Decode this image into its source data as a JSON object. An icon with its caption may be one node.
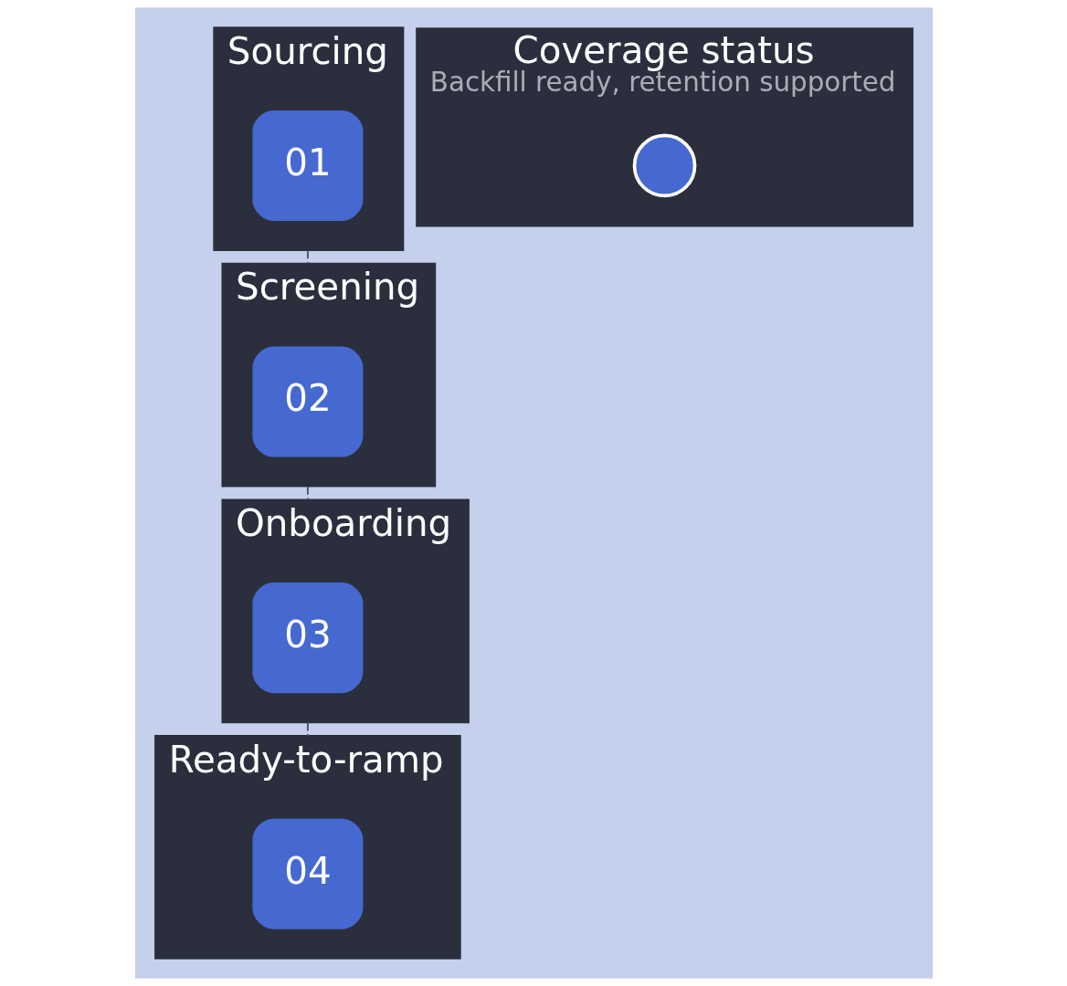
{
  "diagram": {
    "nodes": [
      {
        "text": [
          "Sourcing"
        ]
      },
      {
        "text": [
          "01"
        ],
        "in": 0
      },
      {
        "text": [
          "Screening"
        ]
      },
      {
        "text": [
          "02"
        ],
        "in": 2
      },
      {
        "text": [
          "Onboarding"
        ]
      },
      {
        "text": [
          "03"
        ],
        "in": 4
      },
      {
        "text": [
          "Ready-to-ramp"
        ]
      },
      {
        "text": [
          "04"
        ],
        "in": 6
      },
      {
        "text": [
          "Coverage status",
          "Backfill ready, retention supported"
        ]
      },
      {
        "text": [],
        "shape": "circle",
        "in": 8
      }
    ],
    "edges": [
      {
        "from": 0,
        "to": 2,
        "arrow": "none",
        "style": "dashed"
      },
      {
        "from": 2,
        "to": 4,
        "arrow": "none",
        "style": "dashed"
      },
      {
        "from": 4,
        "to": 6,
        "arrow": "none",
        "style": "dashed"
      }
    ]
  }
}
